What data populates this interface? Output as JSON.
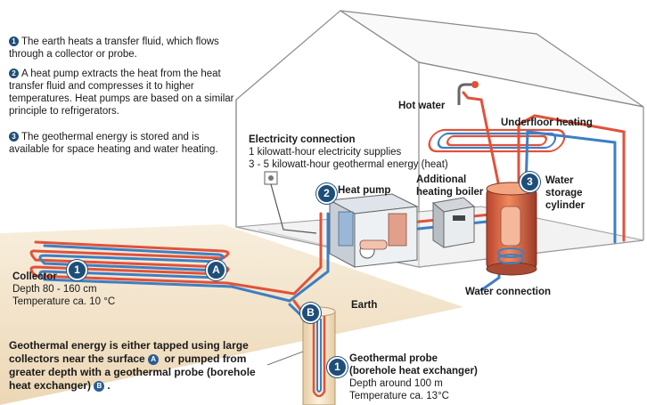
{
  "notes": [
    {
      "marker": "1",
      "text": "The earth heats a transfer fluid, which flows through a collector or probe."
    },
    {
      "marker": "2",
      "text": "A heat pump extracts the heat from the heat transfer fluid and compresses it to higher temperatures. Heat pumps are based on a similar principle to refrigerators."
    },
    {
      "marker": "3",
      "text": "The geothermal energy is stored and is available for space heating and water heating."
    }
  ],
  "labels": {
    "hot_water": "Hot water",
    "underfloor_heating": "Underfloor heating",
    "electricity_title": "Electricity connection",
    "electricity_line1": "1 kilowatt-hour electricity supplies",
    "electricity_line2": "3 - 5 kilowatt-hour geothermal energy (heat)",
    "heat_pump": "Heat pump",
    "boiler_line1": "Additional",
    "boiler_line2": "heating boiler",
    "cylinder_line1": "Water",
    "cylinder_line2": "storage",
    "cylinder_line3": "cylinder",
    "water_connection": "Water connection",
    "collector_title": "Collector",
    "collector_depth": "Depth 80 - 160 cm",
    "collector_temp": "Temperature ca. 10 °C",
    "earth": "Earth",
    "probe_title_line1": "Geothermal probe",
    "probe_title_line2": "(borehole heat exchanger)",
    "probe_depth": "Depth around 100 m",
    "probe_temp": "Temperature ca. 13°C"
  },
  "badges": {
    "one": "1",
    "two": "2",
    "three": "3",
    "a": "A",
    "b": "B"
  },
  "footer": {
    "part1": "Geothermal energy is either tapped using large collectors near the surface ",
    "marker_a": "A",
    "part2": " or pumped from greater depth with a geothermal probe (borehole heat exchanger) ",
    "marker_b": "B",
    "part3": "."
  },
  "colors": {
    "marker": "#1f4e79",
    "hot_pipe": "#e0523a",
    "cold_pipe": "#3c7fc4",
    "ground": "#f3e6cf"
  }
}
